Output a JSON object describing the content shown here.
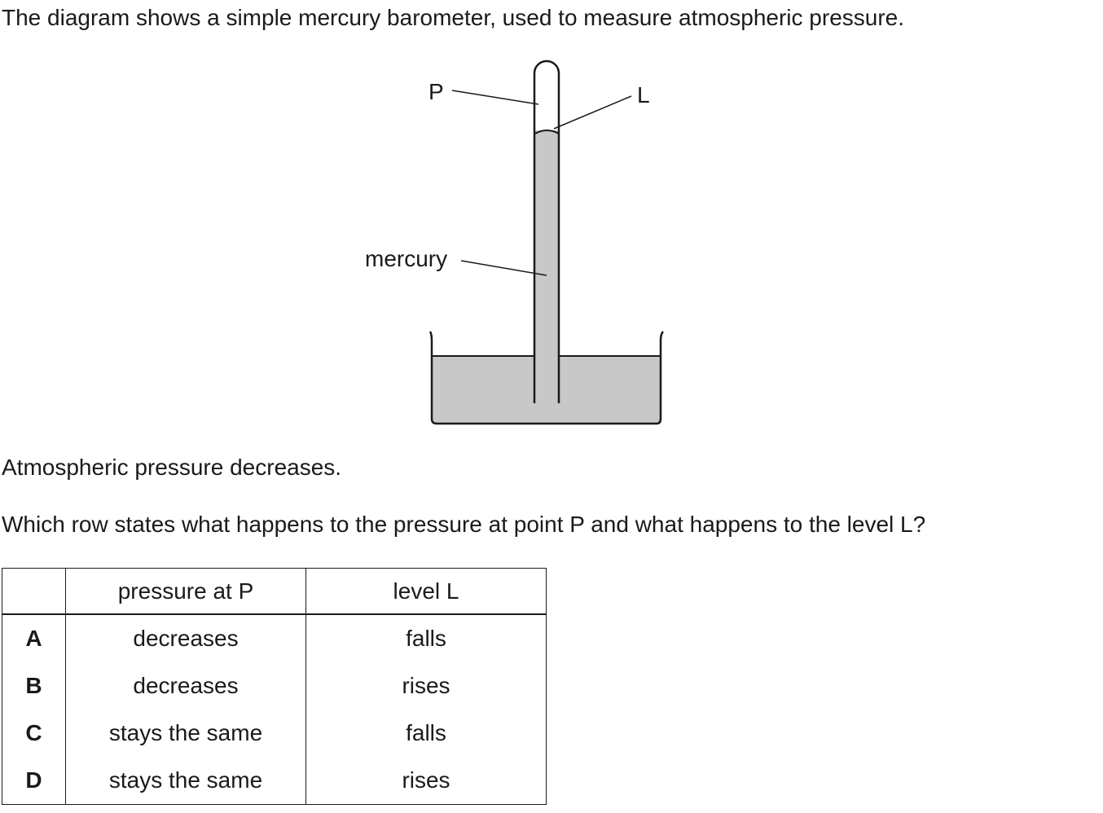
{
  "intro": "The diagram shows a simple mercury barometer, used to measure atmospheric pressure.",
  "diagram": {
    "labels": {
      "p": "P",
      "l": "L",
      "mercury": "mercury"
    },
    "colors": {
      "mercury": "#c8c8c8",
      "outline": "#1a1a1a"
    }
  },
  "statement": "Atmospheric pressure decreases.",
  "question": "Which row states what happens to the pressure at point P and what happens to the level L?",
  "table": {
    "headers": [
      "",
      "pressure at P",
      "level L"
    ],
    "rows": [
      {
        "key": "A",
        "pressure": "decreases",
        "level": "falls"
      },
      {
        "key": "B",
        "pressure": "decreases",
        "level": "rises"
      },
      {
        "key": "C",
        "pressure": "stays the same",
        "level": "falls"
      },
      {
        "key": "D",
        "pressure": "stays the same",
        "level": "rises"
      }
    ]
  }
}
